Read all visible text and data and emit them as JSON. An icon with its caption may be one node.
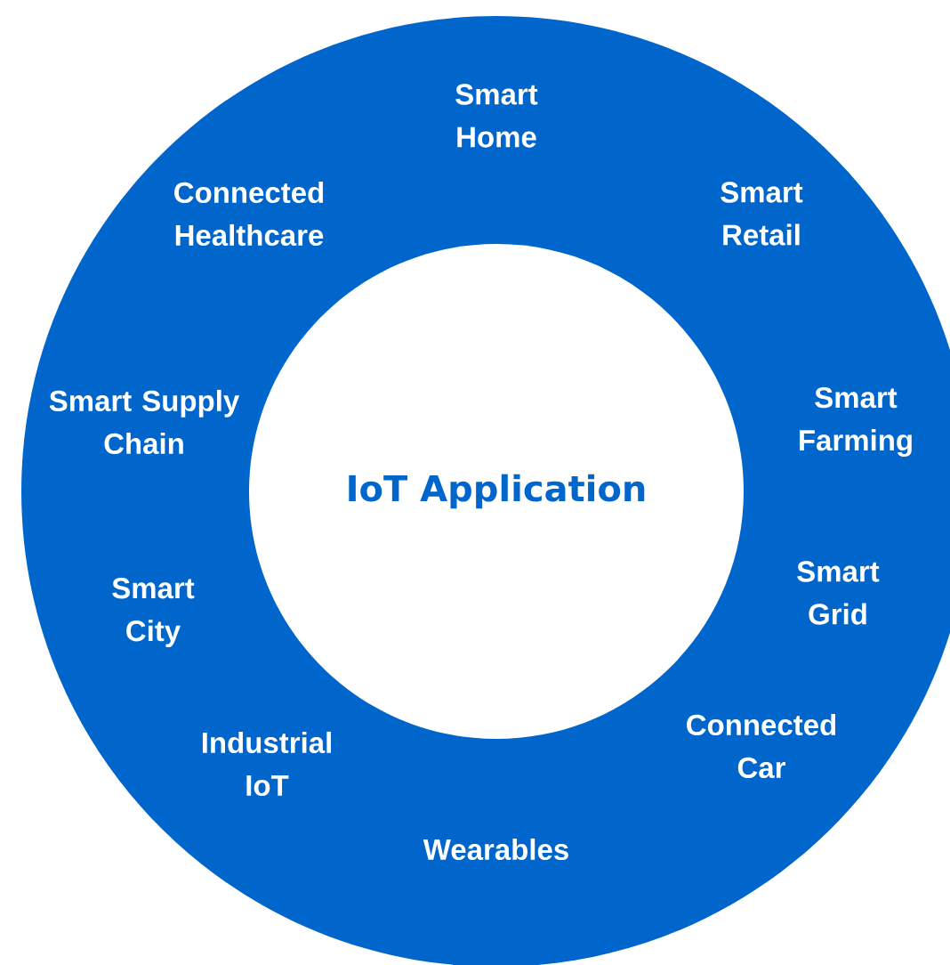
{
  "diagram": {
    "nodes": [
      {
        "text": [
          "Smart Home",
          "Connected Healthcare",
          "Smart Retail",
          "Smart Supply Chain",
          "Smart Farming",
          "Smart Grid",
          "Smart City",
          "Connected Car",
          "Industrial IoT",
          "Wearables"
        ]
      },
      {
        "text": [
          "IoT Application"
        ],
        "in": 0
      }
    ]
  }
}
